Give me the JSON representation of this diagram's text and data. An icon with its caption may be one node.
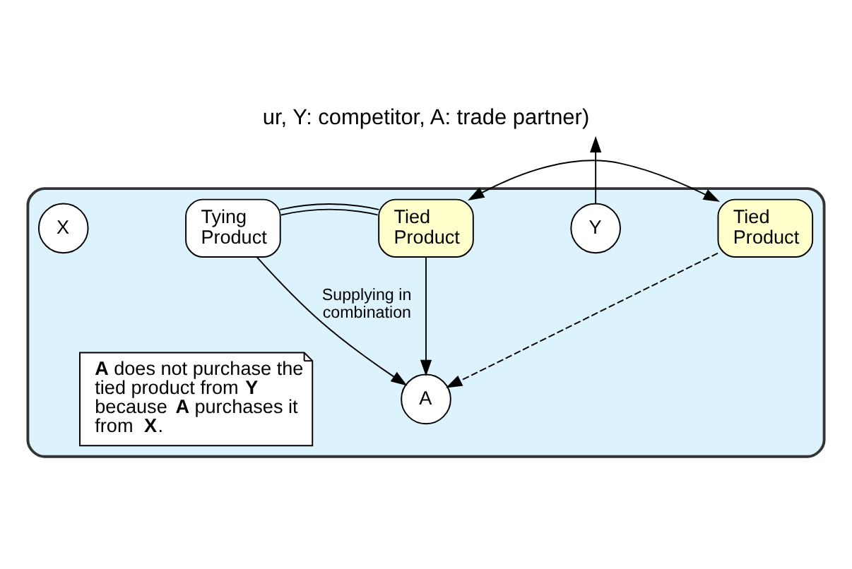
{
  "diagram": {
    "title": "ur, Y: competitor, A: trade partner)",
    "nodes": [
      {
        "text": [],
        "shape": "box"
      },
      {
        "text": [
          "X"
        ],
        "in": 0
      },
      {
        "text": [
          "Tying Product"
        ],
        "in": 0
      },
      {
        "text": [
          "Tied Product"
        ],
        "in": 0
      },
      {
        "text": [
          "Y"
        ],
        "in": 0
      },
      {
        "text": [
          "Tied Product"
        ],
        "in": 0
      },
      {
        "text": [
          "A"
        ],
        "in": 0
      },
      {
        "text": [
          "**A** does not purchase the tied product from **Y** because **A** purchases it from **X**."
        ],
        "in": 0
      }
    ],
    "edges": [
      {
        "from": 2,
        "to": 3,
        "arrow": "none"
      },
      {
        "from": 3,
        "to": 5,
        "arrow": "both"
      },
      {
        "from": 2,
        "to": 6,
        "arrow": "to",
        "label": "Supplying in combination"
      },
      {
        "from": 3,
        "to": 6,
        "arrow": "to"
      },
      {
        "from": 5,
        "to": 6,
        "arrow": "to",
        "style": "dashed"
      },
      {
        "from": 4,
        "to": null,
        "arrow": "to"
      }
    ]
  }
}
